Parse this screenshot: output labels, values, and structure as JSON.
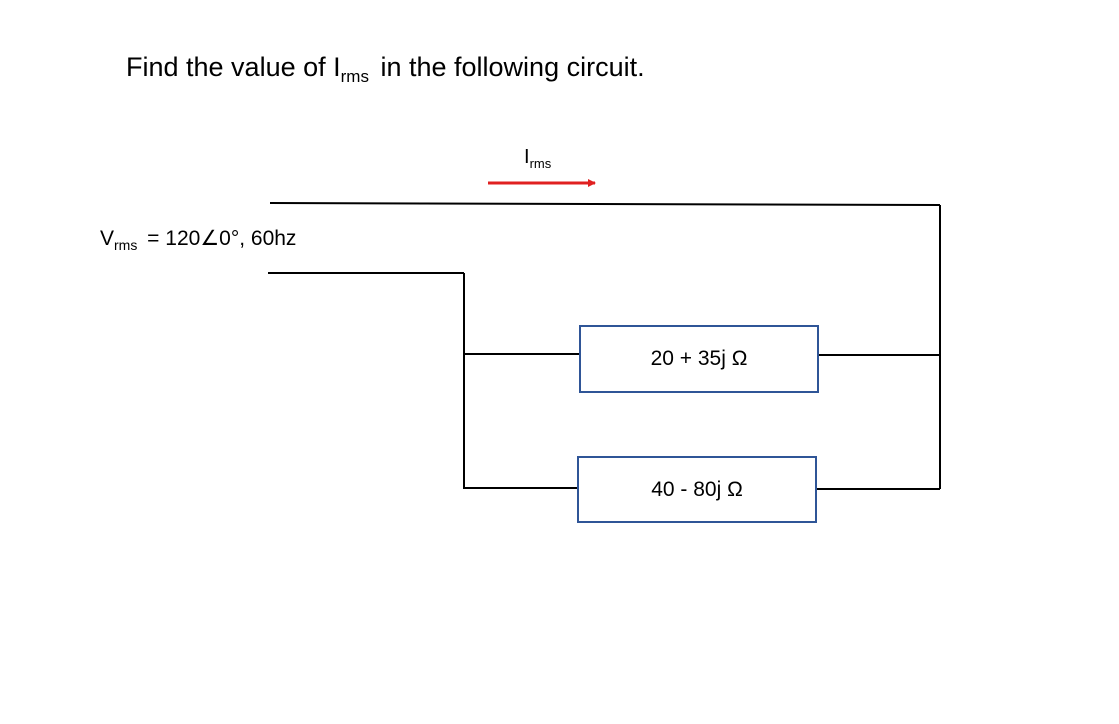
{
  "question": {
    "prefix": "Find the value of I",
    "subscript": "rms",
    "suffix": " in the following circuit."
  },
  "current": {
    "symbol": "I",
    "subscript": "rms",
    "arrow_color": "#e02020"
  },
  "source": {
    "symbol": "V",
    "subscript": "rms",
    "value": " = 120∠0°, 60hz"
  },
  "impedances": [
    {
      "label": "20 + 35j Ω"
    },
    {
      "label": "40 - 80j Ω"
    }
  ],
  "colors": {
    "wire": "#000000",
    "box_border": "#2f5597"
  }
}
